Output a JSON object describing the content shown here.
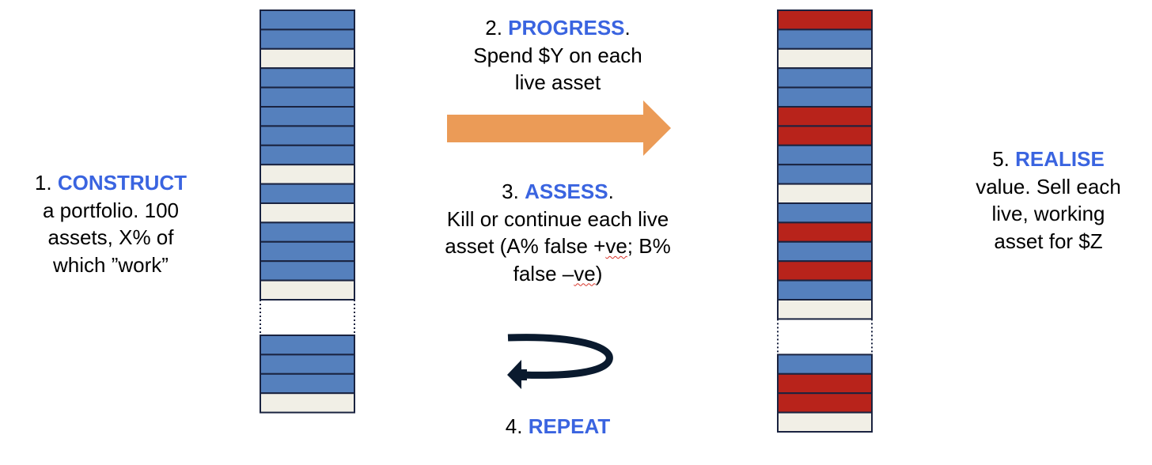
{
  "steps": {
    "construct": {
      "num": "1. ",
      "kw": "CONSTRUCT",
      "lines": [
        "a portfolio.  100",
        "assets, X% of",
        "which ”work”"
      ]
    },
    "progress": {
      "num": "2. ",
      "kw": "PROGRESS",
      "end": ".",
      "lines": [
        "Spend $Y on each",
        "live asset"
      ]
    },
    "assess": {
      "num": "3. ",
      "kw": "ASSESS",
      "end": ".",
      "l1": "Kill or continue each live",
      "l2a": "asset (A% false +",
      "l2b": "ve",
      "l2c": "; B%",
      "l3a": "false –",
      "l3b": "ve",
      "l3c": ")"
    },
    "repeat": {
      "num": "4. ",
      "kw": "REPEAT"
    },
    "realise": {
      "num": "5. ",
      "kw": "REALISE",
      "lines": [
        "value. Sell each",
        "live, working",
        "asset for $Z"
      ]
    }
  },
  "colors": {
    "keyword": "#3a64e0",
    "blue_asset": "#5580bd",
    "red_asset": "#b8231b",
    "cream_asset": "#f1efe6",
    "outline": "#1a2340",
    "arrow": "#eb9b57",
    "loop": "#0a1a2e"
  },
  "icons": {
    "progress_arrow": "right-arrow-icon",
    "repeat": "loop-arrow-icon"
  },
  "columns": {
    "before": [
      "blue",
      "blue",
      "cream",
      "blue",
      "blue",
      "blue",
      "blue",
      "blue",
      "cream",
      "blue",
      "cream",
      "blue",
      "blue",
      "blue",
      "cream",
      "gap",
      "blue",
      "blue",
      "blue",
      "cream"
    ],
    "after": [
      "red",
      "blue",
      "cream",
      "blue",
      "blue",
      "red",
      "red",
      "blue",
      "blue",
      "cream",
      "blue",
      "red",
      "blue",
      "red",
      "blue",
      "cream",
      "gap",
      "blue",
      "red",
      "red",
      "cream"
    ]
  }
}
